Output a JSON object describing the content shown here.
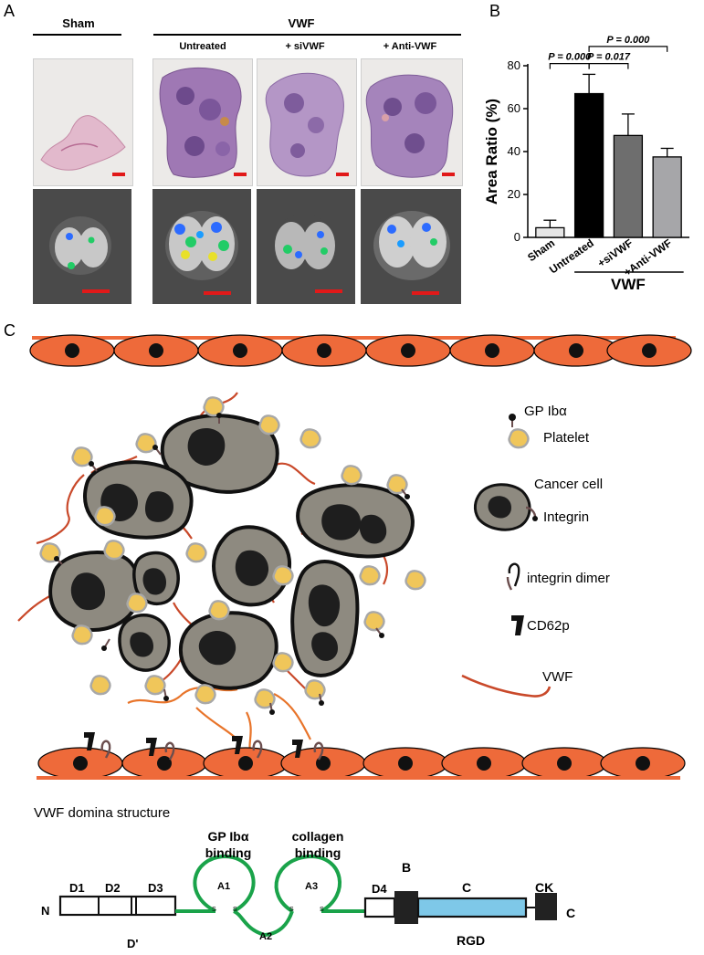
{
  "panel_a": {
    "letter": "A",
    "sham_label": "Sham",
    "vwf_label": "VWF",
    "columns": [
      "Untreated",
      "+ siVWF",
      "+ Anti-VWF"
    ]
  },
  "panel_b": {
    "letter": "B",
    "group_label": "VWF",
    "annotations": [
      {
        "text": "P = 0.000"
      },
      {
        "text": "P = 0.000"
      },
      {
        "text": "P = 0.017"
      }
    ]
  },
  "chart_data": {
    "type": "bar",
    "categories": [
      "Sham",
      "Untreated",
      "+siVWF",
      "+Anti-VWF"
    ],
    "values": [
      4.5,
      67,
      47.5,
      37.5
    ],
    "errors": [
      3.5,
      9,
      10,
      4
    ],
    "bar_colors": [
      "#e6e6e6",
      "#000000",
      "#6e6e6e",
      "#a6a6a9"
    ],
    "ylabel": "Area Ratio (%)",
    "xlabel": "",
    "ylim": [
      0,
      80
    ],
    "yticks": [
      0,
      20,
      40,
      60,
      80
    ]
  },
  "panel_c": {
    "letter": "C",
    "legend": {
      "gp_iba": "GP Ibα",
      "platelet": "Platelet",
      "cancer_cell": "Cancer cell",
      "integrin": "Integrin",
      "integrin_dimer": "integrin dimer",
      "cd62p": "CD62p",
      "vwf": "VWF"
    },
    "colors": {
      "endothelium": "#ee6a3a",
      "vwf_fiber": "#c9492a",
      "cancer_fill": "#8e8a80",
      "platelet_fill": "#f0c65a",
      "domain_green": "#1aa34a",
      "domain_c_fill": "#7ec8e8"
    }
  },
  "domain_structure": {
    "title": "VWF domina structure",
    "gp_binding_line1": "GP Ibα",
    "gp_binding_line2": "binding",
    "collagen_line1": "collagen",
    "collagen_line2": "binding",
    "n_term": "N",
    "d1": "D1",
    "d2": "D2",
    "d3": "D3",
    "dprime": "D'",
    "a1": "A1",
    "a2": "A2",
    "a3": "A3",
    "s": "S",
    "d4": "D4",
    "b": "B",
    "c": "C",
    "ck": "CK",
    "c_term": "C",
    "rgd": "RGD"
  }
}
